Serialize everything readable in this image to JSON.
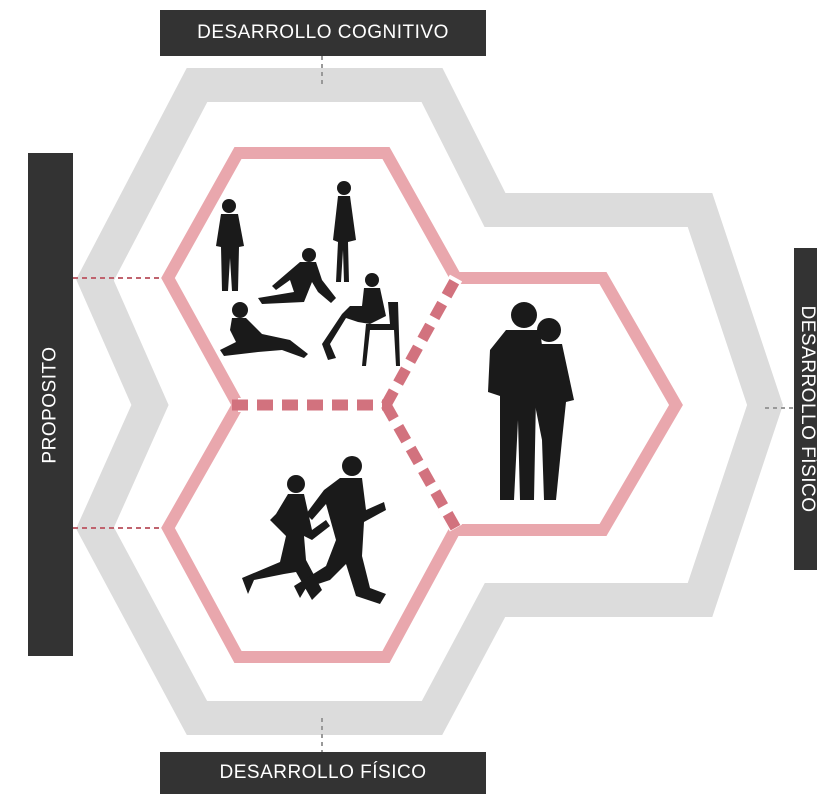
{
  "labels": {
    "top": "DESARROLLO COGNITIVO",
    "bottom": "DESARROLLO FÍSICO",
    "left": "PROPOSITO",
    "right": "DESARROLLO FÍSICO"
  },
  "icons": {
    "group": "people-group-icon",
    "couple": "couple-walking-icon",
    "runners": "runners-icon"
  },
  "colors": {
    "outer_band": "#dcdcdc",
    "inner_band": "#e9a7ad",
    "dashed_line": "#d2727e",
    "label_bg": "#333333",
    "silhouette": "#1a1a1a"
  }
}
